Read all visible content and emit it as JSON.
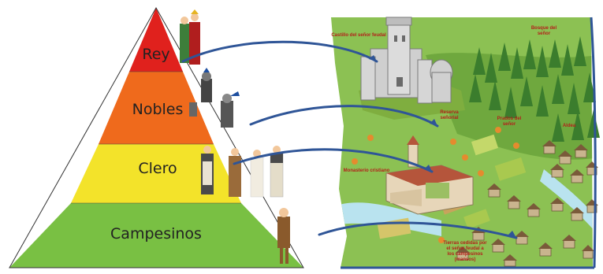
{
  "pyramid": {
    "levels": [
      {
        "name": "Rey",
        "color": "#e0211d"
      },
      {
        "name": "Nobles",
        "color": "#ef6a1c"
      },
      {
        "name": "Clero",
        "color": "#f3e32a"
      },
      {
        "name": "Campesinos",
        "color": "#79c043"
      }
    ]
  },
  "map": {
    "labels": {
      "castle": "Castillo del señor feudal",
      "forest": "Bosque del señor",
      "reserve": "Reserva señorial",
      "meadows": "Prados del señor",
      "villages": "Aldea",
      "monastery": "Monasterio cristiano",
      "lands": "Tierras cedidas por el señor feudal a los campesinos (mansos)"
    },
    "colors": {
      "grass": "#8cc153",
      "water": "#b9e3ef",
      "roof": "#b5553b",
      "wall": "#cfcfcf",
      "arrow": "#2f5597"
    }
  }
}
